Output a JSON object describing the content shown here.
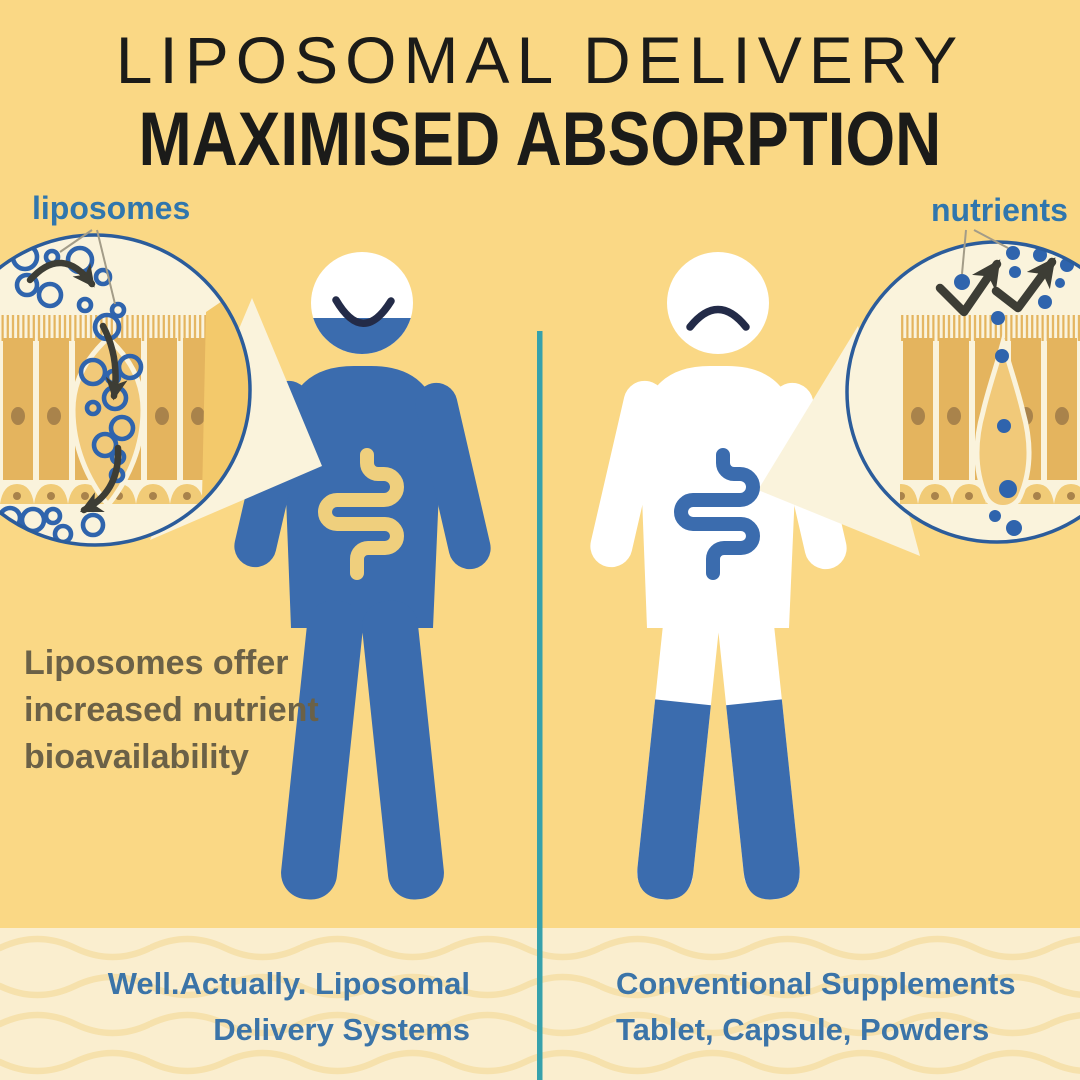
{
  "title": {
    "line1": "LIPOSOMAL DELIVERY",
    "line2": "MAXIMISED ABSORPTION"
  },
  "callouts": {
    "left_label": "liposomes",
    "right_label": "nutrients"
  },
  "benefit_text": {
    "line1": "Liposomes offer",
    "line2": "increased nutrient",
    "line3": "bioavailability"
  },
  "captions": {
    "left": {
      "line1": "Well.Actually. Liposomal",
      "line2": "Delivery Systems"
    },
    "right": {
      "line1": "Conventional Supplements",
      "line2": "Tablet, Capsule, Powders"
    }
  },
  "figures": {
    "left_person_mood": "happy",
    "right_person_mood": "sad"
  },
  "icons": [
    "smile-icon",
    "frown-icon",
    "intestine-icon",
    "liposome-ring-icon",
    "nutrient-dot-icon",
    "absorption-arrow-icon",
    "bounce-arrow-icon",
    "magnifier-circle",
    "villi-illustration",
    "wave-pattern",
    "divider-line",
    "light-beam"
  ],
  "colors": {
    "bg": "#FAD885",
    "band": "#FAEECF",
    "wave": "#F6E1AC",
    "blue": "#3B6CAE",
    "navy": "#232B48",
    "cream": "#FAF3DC",
    "circle": "#2B5C9B",
    "ring": "#2F64AD",
    "tan": "#E4B45E",
    "bumps": "#F1CB77",
    "lens": "#F1C979",
    "gold": "#F3C96B",
    "nucleus": "#A9834B",
    "teal": "#36A1AC",
    "title": "#1B1B19",
    "label": "#3076AD",
    "caption": "#3B74A8",
    "olive": "#6B6147",
    "arrow": "#3D3D35",
    "leader": "#A39C88",
    "gutcream": "#EFCF7D"
  }
}
